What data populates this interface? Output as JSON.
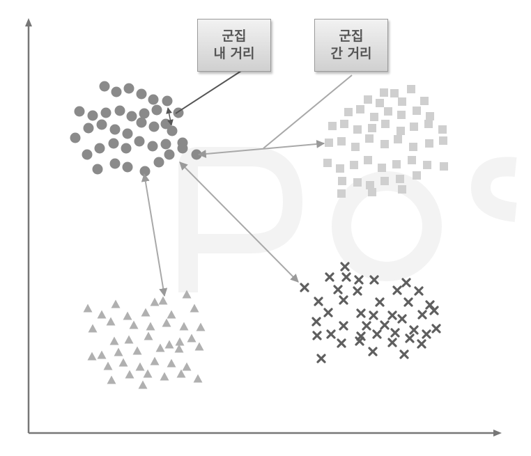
{
  "labels": {
    "intra_cluster": {
      "line1": "군집",
      "line2": "내 거리"
    },
    "inter_cluster": {
      "line1": "군집",
      "line2": "간 거리"
    }
  },
  "clusters": [
    {
      "id": "circles",
      "marker": "circle",
      "color": "#8a8a8a"
    },
    {
      "id": "squares",
      "marker": "square",
      "color": "#cfcfcf"
    },
    {
      "id": "triangles",
      "marker": "triangle",
      "color": "#b0b0b0"
    },
    {
      "id": "crosses",
      "marker": "cross",
      "color": "#5e5e5e"
    }
  ],
  "colors": {
    "axis": "#777777",
    "connector_dark": "#555555",
    "connector_light": "#a8a8a8",
    "watermark": "#f2f2f2"
  }
}
